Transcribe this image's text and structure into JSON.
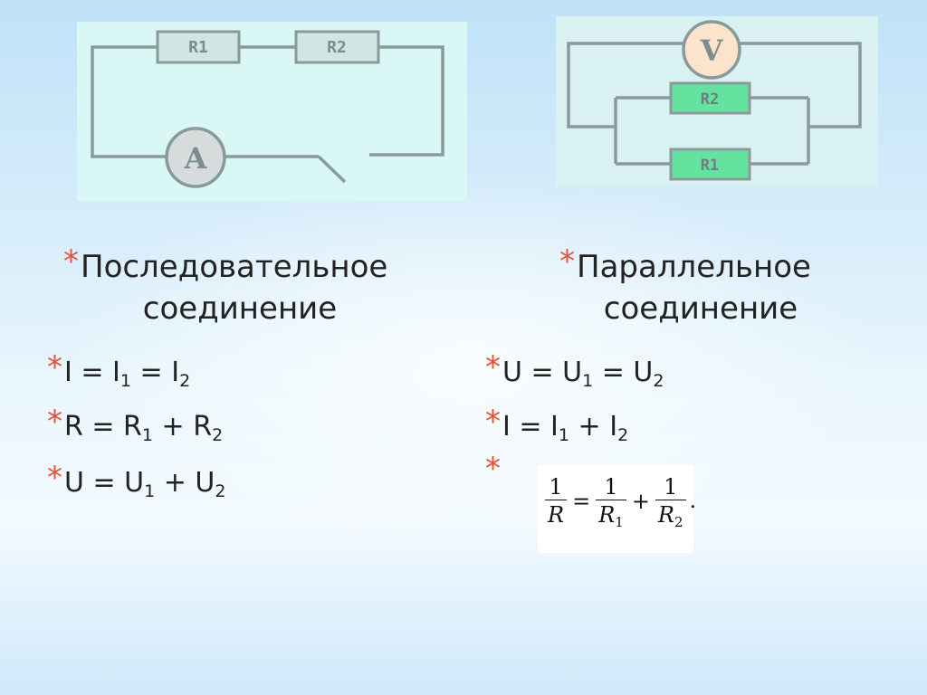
{
  "series_circuit": {
    "resistor_1": "R1",
    "resistor_2": "R2",
    "meter": "A",
    "background": "#d8f7f5",
    "wire_color": "#8a9a9a"
  },
  "parallel_circuit": {
    "meter": "V",
    "resistor_1": "R1",
    "resistor_2": "R2",
    "background": "#d9f1f1",
    "meter_fill": "#fce4cc",
    "resistor_fill": "#63e2a0",
    "wire_color": "#8a9a9a"
  },
  "series_section": {
    "heading_line1": "Последовательное",
    "heading_line2": "соединение",
    "f1": {
      "a": "I = I",
      "s1": "1",
      "b": " =  I",
      "s2": "2"
    },
    "f2": {
      "a": "R = R",
      "s1": "1",
      "b": " + R",
      "s2": "2"
    },
    "f3": {
      "a": "U =  U",
      "s1": "1",
      "b": " + U",
      "s2": "2"
    }
  },
  "parallel_section": {
    "heading_line1": "Параллельное",
    "heading_line2": "соединение",
    "f1": {
      "a": "U =  U",
      "s1": "1",
      "b": " = U",
      "s2": "2"
    },
    "f2": {
      "a": "I = I",
      "s1": "1",
      "b": " +  I",
      "s2": "2"
    },
    "f3": {
      "one": "1",
      "R": "R",
      "eq": "=",
      "plus": "+",
      "R1": "R",
      "R1sub": "1",
      "R2": "R",
      "R2sub": "2",
      "tail": "."
    }
  },
  "bullet": "*",
  "accent_star_color": "#e0533a"
}
